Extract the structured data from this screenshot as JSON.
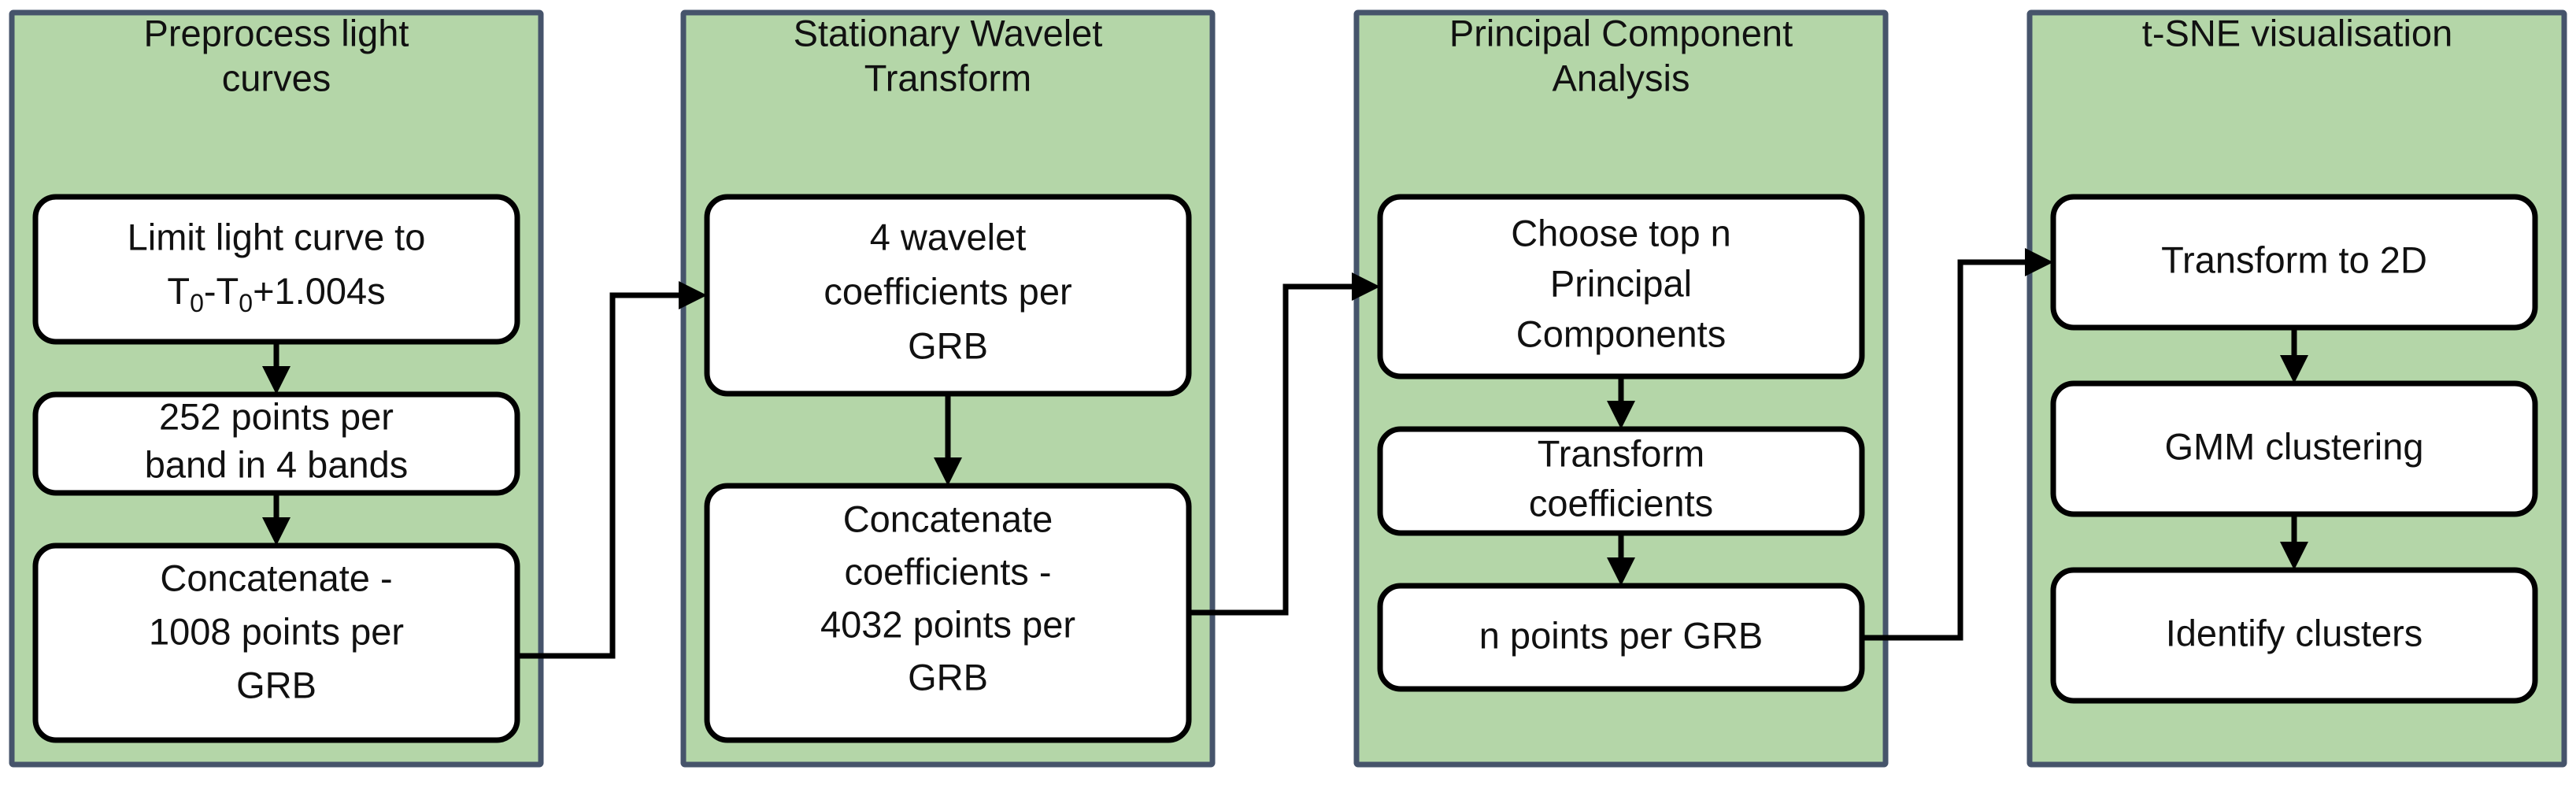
{
  "diagram": {
    "type": "flowchart",
    "orientation": "left-to-right",
    "background_color": "#ffffff",
    "panel_fill_color": "#b4d6a8",
    "panel_border_color": "#46546b",
    "node_fill_color": "#ffffff",
    "node_border_color": "#000000",
    "connector_color": "#000000",
    "stages": [
      {
        "id": "preprocess",
        "title": "Preprocess light curves",
        "title_lines": [
          "Preprocess light",
          "curves"
        ],
        "nodes": [
          {
            "id": "limit-light-curve",
            "lines": [
              "Limit light curve to",
              "T0-T0+1.004s"
            ],
            "rich_lines": [
              [
                {
                  "t": "Limit light curve to"
                }
              ],
              [
                {
                  "t": "T"
                },
                {
                  "t": "0",
                  "sub": true
                },
                {
                  "t": "-T"
                },
                {
                  "t": "0",
                  "sub": true
                },
                {
                  "t": "+1.004s"
                }
              ]
            ]
          },
          {
            "id": "points-per-band",
            "lines": [
              "252 points per",
              "band in 4 bands"
            ]
          },
          {
            "id": "concatenate-1008",
            "lines": [
              "Concatenate -",
              "1008 points per",
              "GRB"
            ]
          }
        ]
      },
      {
        "id": "swt",
        "title": "Stationary Wavelet Transform",
        "title_lines": [
          "Stationary Wavelet",
          "Transform"
        ],
        "nodes": [
          {
            "id": "wavelet-coefficients",
            "lines": [
              "4 wavelet",
              "coefficients per",
              "GRB"
            ]
          },
          {
            "id": "concatenate-4032",
            "lines": [
              "Concatenate",
              "coefficients -",
              "4032 points per",
              "GRB"
            ]
          }
        ]
      },
      {
        "id": "pca",
        "title": "Principal Component Analysis",
        "title_lines": [
          "Principal Component",
          "Analysis"
        ],
        "nodes": [
          {
            "id": "choose-top-n",
            "lines": [
              "Choose top n",
              "Principal",
              "Components"
            ]
          },
          {
            "id": "transform-coefficients",
            "lines": [
              "Transform",
              "coefficients"
            ]
          },
          {
            "id": "n-points-per-grb",
            "lines": [
              "n points per GRB"
            ]
          }
        ]
      },
      {
        "id": "tsne",
        "title": "t-SNE visualisation",
        "title_lines": [
          "t-SNE visualisation"
        ],
        "nodes": [
          {
            "id": "transform-to-2d",
            "lines": [
              "Transform to 2D"
            ]
          },
          {
            "id": "gmm-clustering",
            "lines": [
              "GMM clustering"
            ]
          },
          {
            "id": "identify-clusters",
            "lines": [
              "Identify clusters"
            ]
          }
        ]
      }
    ],
    "connections": [
      {
        "from": "concatenate-1008",
        "to": "wavelet-coefficients",
        "style": "elbow"
      },
      {
        "from": "concatenate-4032",
        "to": "choose-top-n",
        "style": "elbow"
      },
      {
        "from": "n-points-per-grb",
        "to": "transform-to-2d",
        "style": "elbow"
      },
      {
        "from": "limit-light-curve",
        "to": "points-per-band",
        "style": "vertical"
      },
      {
        "from": "points-per-band",
        "to": "concatenate-1008",
        "style": "vertical"
      },
      {
        "from": "wavelet-coefficients",
        "to": "concatenate-4032",
        "style": "vertical"
      },
      {
        "from": "choose-top-n",
        "to": "transform-coefficients",
        "style": "vertical"
      },
      {
        "from": "transform-coefficients",
        "to": "n-points-per-grb",
        "style": "vertical"
      },
      {
        "from": "transform-to-2d",
        "to": "gmm-clustering",
        "style": "vertical"
      },
      {
        "from": "gmm-clustering",
        "to": "identify-clusters",
        "style": "vertical"
      }
    ]
  }
}
